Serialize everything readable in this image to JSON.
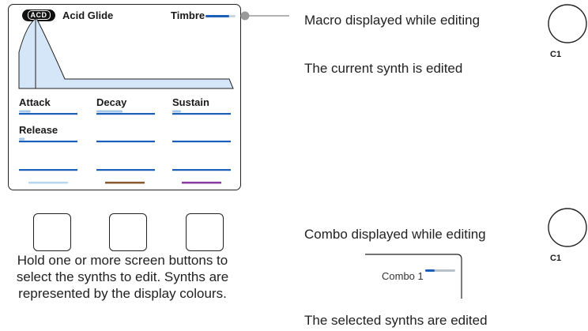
{
  "screen": {
    "badge": "ACD",
    "synth_name": "Acid Glide",
    "macro_label": "Timbre",
    "params": [
      {
        "label": "Attack",
        "level": 0.2
      },
      {
        "label": "Decay",
        "level": 0.45
      },
      {
        "label": "Sustain",
        "level": 0.15
      },
      {
        "label": "Release",
        "level": 0.1
      },
      {
        "label": "",
        "level": 0
      },
      {
        "label": "",
        "level": 0
      },
      {
        "label": "",
        "level": 0
      },
      {
        "label": "",
        "level": 0
      },
      {
        "label": "",
        "level": 0
      }
    ],
    "colour_bars": [
      "#b7d8f0",
      "#8a5a2b",
      "#8e3aa5"
    ],
    "accent": "#1c5fb8"
  },
  "annotations": {
    "macro_title": "Macro displayed while editing",
    "macro_sub": "The current synth is edited",
    "combo_title": "Combo displayed while editing",
    "combo_sub": "The selected synths are edited",
    "combo_label": "Combo 1",
    "knob_label_1": "C1",
    "knob_label_2": "C1",
    "help_line_1": "Hold one or more screen buttons to",
    "help_line_2": "select the synths to edit. Synths are",
    "help_line_3": "represented by the display colours."
  }
}
